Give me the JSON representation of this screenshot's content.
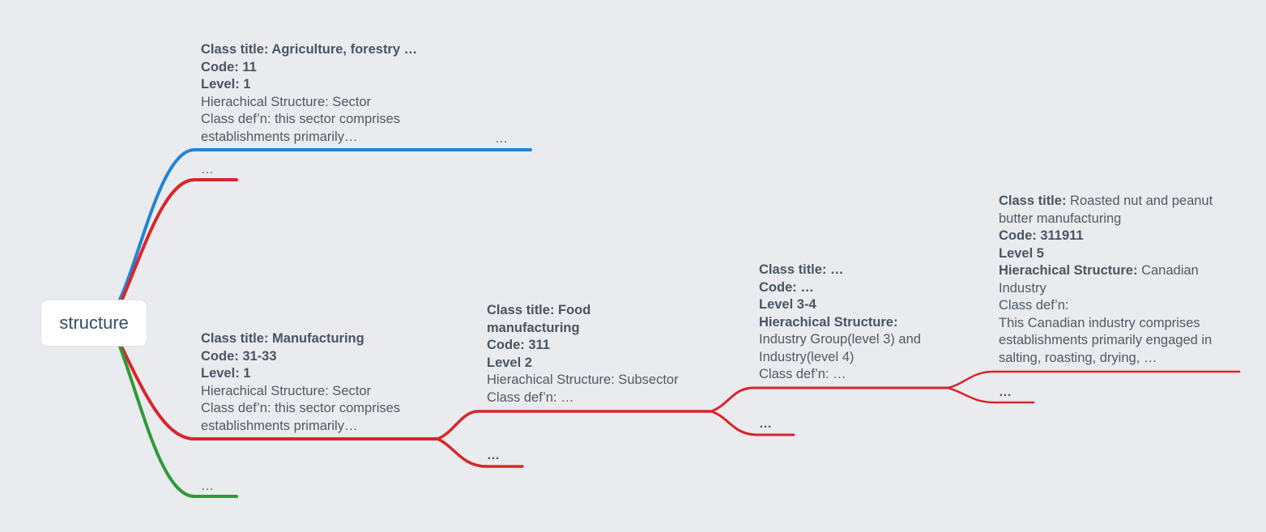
{
  "colors": {
    "blue": "#1f85d6",
    "red": "#d7262a",
    "green": "#2f9a37",
    "background": "#e9ebee"
  },
  "root": {
    "label": "structure"
  },
  "agriculture": {
    "title_line": "Class title: Agriculture, forestry …",
    "code_line": "Code: 11",
    "level_line": "Level: 1",
    "hier_line": "Hierachical Structure: Sector",
    "def_line1": "Class def’n: this sector comprises",
    "def_line2": "establishments primarily…",
    "child": "…"
  },
  "red_stub": {
    "label": "…"
  },
  "green_stub": {
    "label": "…"
  },
  "manufacturing": {
    "title_line": "Class title: Manufacturing",
    "code_line": "Code: 31-33",
    "level_line": "Level: 1",
    "hier_line": "Hierachical Structure: Sector",
    "def_line1": "Class def’n: this sector comprises",
    "def_line2": "establishments primarily…",
    "sibling": "…"
  },
  "food": {
    "title_line1": "Class title: Food",
    "title_line2": "manufacturing",
    "code_line": "Code: 311",
    "level_line": "Level 2",
    "hier_line": "Hierachical Structure: Subsector",
    "def_line": "Class def’n: …",
    "sibling": "…"
  },
  "group": {
    "title_line": "Class title: …",
    "code_line": "Code: …",
    "level_line": "Level 3-4",
    "hier_label": "Hierachical Structure:",
    "hier_line1": "Industry Group(level 3) and",
    "hier_line2": "Industry(level 4)",
    "def_line": "Class def’n: …",
    "sibling": "…"
  },
  "roasted": {
    "title_label": "Class title:",
    "title_value1": "Roasted nut and peanut",
    "title_value2": "butter manufacturing",
    "code_line": "Code: 311911",
    "level_line": "Level 5",
    "hier_label": "Hierachical Structure:",
    "hier_value1": "Canadian",
    "hier_value2": "Industry",
    "def_label": "Class def’n:",
    "def_line1": "This Canadian industry comprises",
    "def_line2": "establishments primarily engaged in",
    "def_line3": "salting, roasting, drying, …"
  }
}
